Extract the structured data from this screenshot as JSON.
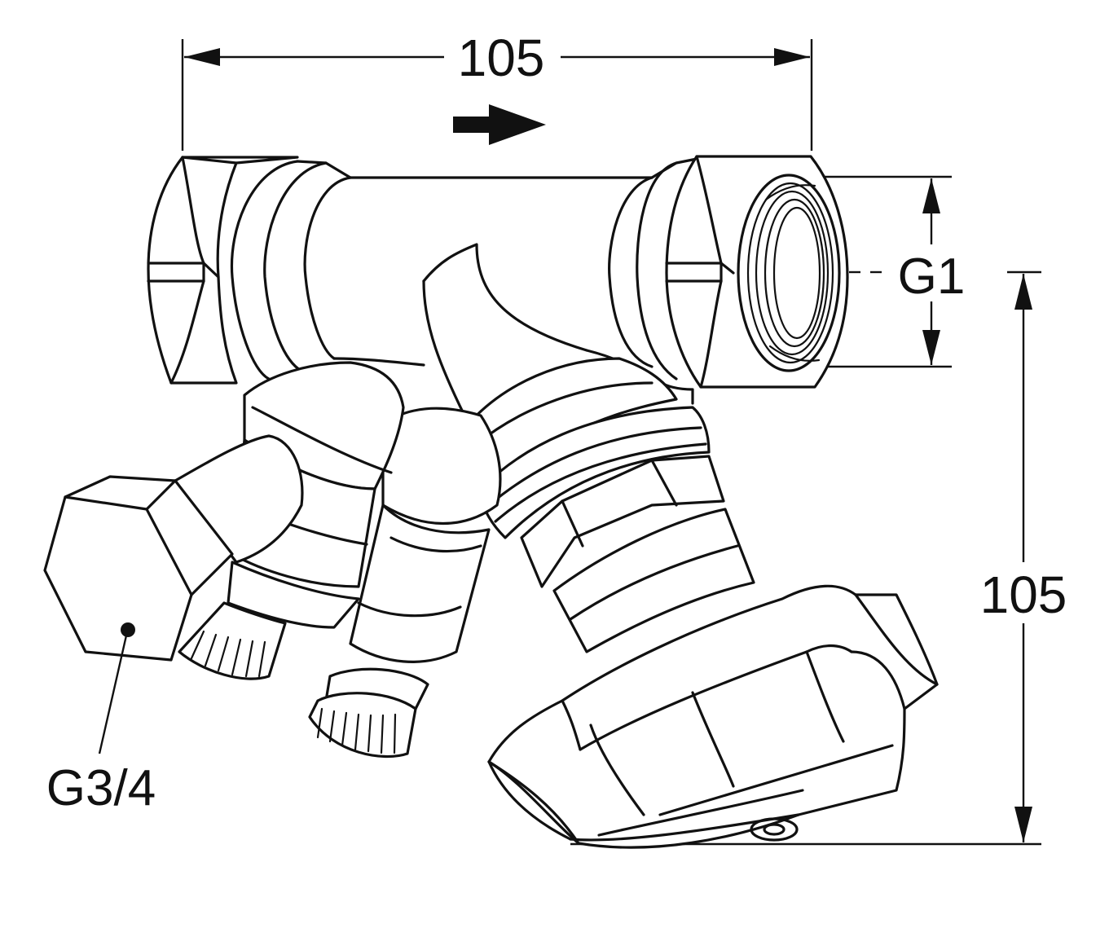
{
  "dimensions": {
    "width_label": "105",
    "height_label": "105",
    "outlet_thread_label": "G1",
    "drain_thread_label": "G3/4"
  },
  "colors": {
    "line": "#111111",
    "background": "#ffffff"
  },
  "icons": {
    "flow": "right-arrow-icon"
  }
}
